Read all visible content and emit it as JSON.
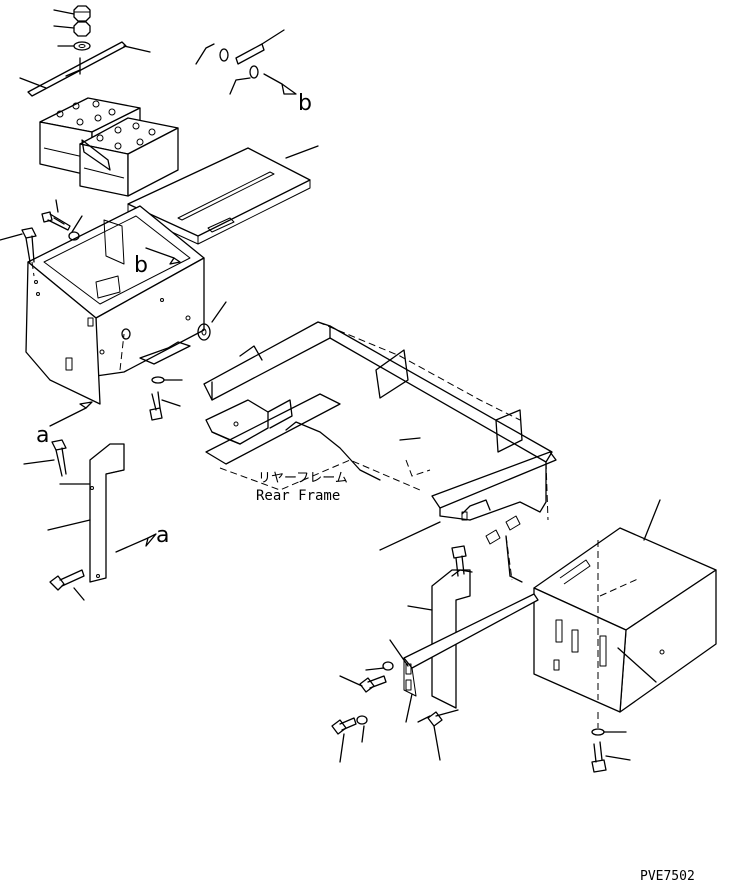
{
  "labels": {
    "rear_frame_jp": "リヤーフレーム",
    "rear_frame_en": "Rear Frame",
    "view_a": "a",
    "view_b": "b",
    "drawing_code": "PVE7502"
  }
}
